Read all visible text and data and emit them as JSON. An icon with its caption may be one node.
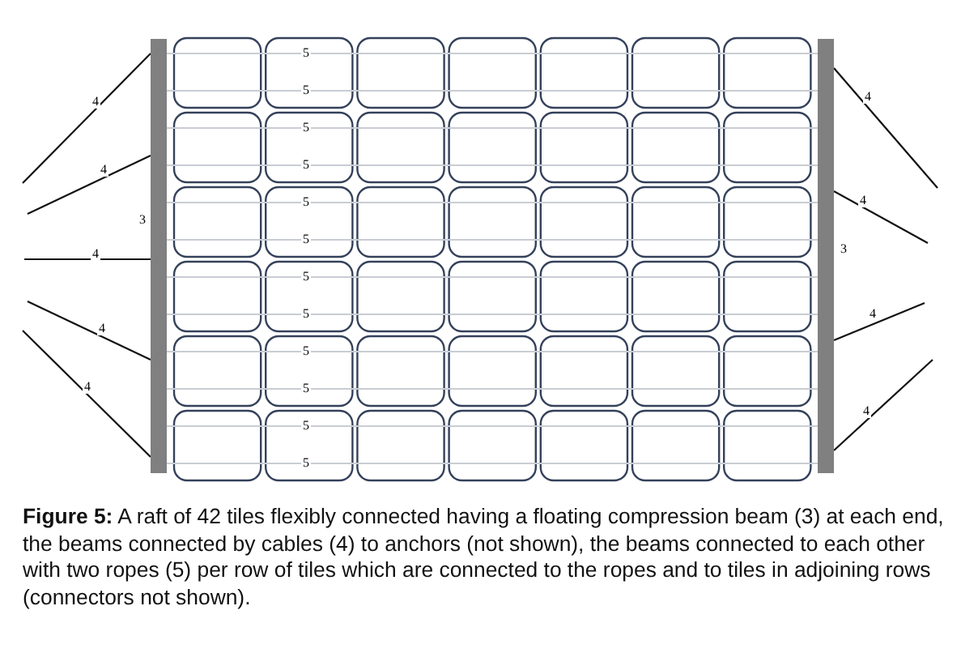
{
  "diagram": {
    "caption": "**Figure 5:** A raft of 42 tiles flexibly connected having a floating compression beam (3) at each end, the beams connected by cables (4) to anchors (not shown), the beams connected to each other with two ropes (5) per row of tiles which are connected to the ropes and to tiles in adjoining rows (connectors not shown).",
    "nodes": [
      {
        "text": [],
        "shape": "bar",
        "beside": [
          "3"
        ]
      },
      {
        "text": [],
        "shape": "bar",
        "beside": [
          "3"
        ]
      }
    ],
    "edges": [
      {
        "from": null,
        "to": 0,
        "arrow": "none",
        "label": "4",
        "color": "#111111"
      },
      {
        "from": null,
        "to": 0,
        "arrow": "none",
        "label": "4",
        "color": "#111111"
      },
      {
        "from": null,
        "to": 0,
        "arrow": "none",
        "label": "4",
        "color": "#111111"
      },
      {
        "from": null,
        "to": 0,
        "arrow": "none",
        "label": "4",
        "color": "#111111"
      },
      {
        "from": null,
        "to": 0,
        "arrow": "none",
        "label": "4",
        "color": "#111111"
      },
      {
        "from": null,
        "to": 1,
        "arrow": "none",
        "label": "4",
        "color": "#111111"
      },
      {
        "from": null,
        "to": 1,
        "arrow": "none",
        "label": "4",
        "color": "#111111"
      },
      {
        "from": null,
        "to": 1,
        "arrow": "none",
        "label": "4",
        "color": "#111111"
      },
      {
        "from": null,
        "to": 1,
        "arrow": "none",
        "label": "4",
        "color": "#111111"
      },
      {
        "from": 0,
        "to": 1,
        "arrow": "none",
        "label": "5"
      },
      {
        "from": 0,
        "to": 1,
        "arrow": "none",
        "label": "5"
      },
      {
        "from": 0,
        "to": 1,
        "arrow": "none",
        "label": "5"
      },
      {
        "from": 0,
        "to": 1,
        "arrow": "none",
        "label": "5"
      },
      {
        "from": 0,
        "to": 1,
        "arrow": "none",
        "label": "5"
      },
      {
        "from": 0,
        "to": 1,
        "arrow": "none",
        "label": "5"
      },
      {
        "from": 0,
        "to": 1,
        "arrow": "none",
        "label": "5"
      },
      {
        "from": 0,
        "to": 1,
        "arrow": "none",
        "label": "5"
      },
      {
        "from": 0,
        "to": 1,
        "arrow": "none",
        "label": "5"
      },
      {
        "from": 0,
        "to": 1,
        "arrow": "none",
        "label": "5"
      },
      {
        "from": 0,
        "to": 1,
        "arrow": "none",
        "label": "5"
      },
      {
        "from": 0,
        "to": 1,
        "arrow": "none",
        "label": "5"
      }
    ]
  }
}
